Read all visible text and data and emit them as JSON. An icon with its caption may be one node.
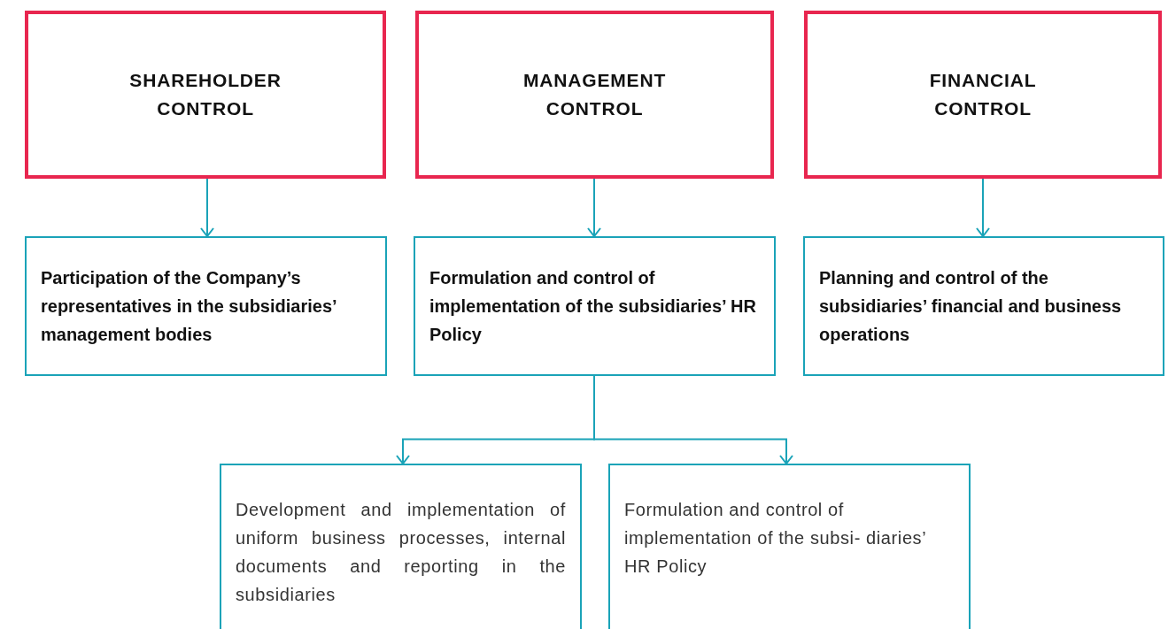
{
  "diagram": {
    "nodes": [
      {
        "text": [
          "SHAREHOLDER CONTROL"
        ]
      },
      {
        "text": [
          "MANAGEMENT CONTROL"
        ]
      },
      {
        "text": [
          "FINANCIAL CONTROL"
        ]
      },
      {
        "text": [
          "Participation of the Company’s representatives in the subsidiaries’ management bodies"
        ]
      },
      {
        "text": [
          "Formulation and control of implementation of the subsidiaries’ HR Policy"
        ]
      },
      {
        "text": [
          "Planning and control of the subsidiaries’ financial and business operations"
        ]
      },
      {
        "text": [
          "Development and implementation of uniform business processes, internal documents and reporting in the subsidiaries"
        ]
      },
      {
        "text": [
          "Formulation and control of implementation of the subsi- diaries’ HR Policy"
        ]
      }
    ],
    "edges": [
      {
        "from": 0,
        "to": 3,
        "arrow": "to"
      },
      {
        "from": 1,
        "to": 4,
        "arrow": "to"
      },
      {
        "from": 2,
        "to": 5,
        "arrow": "to"
      },
      {
        "from": 4,
        "to": 6,
        "arrow": "to"
      },
      {
        "from": 4,
        "to": 7,
        "arrow": "to"
      }
    ]
  }
}
